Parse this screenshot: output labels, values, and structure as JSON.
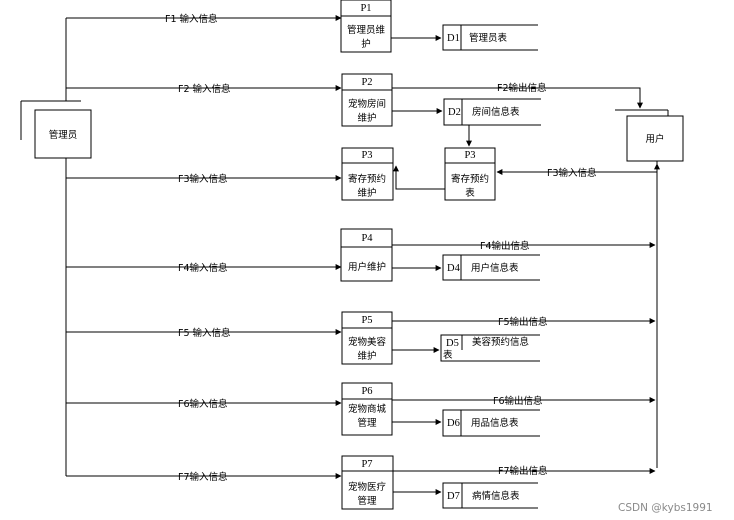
{
  "entities": {
    "admin": "管理员",
    "user": "用户"
  },
  "processes": [
    {
      "id": "P1",
      "name_lines": [
        "管理员维",
        "护"
      ]
    },
    {
      "id": "P2",
      "name_lines": [
        "宠物房间",
        "维护"
      ]
    },
    {
      "id": "P3",
      "name_lines": [
        "寄存预约",
        "维护"
      ]
    },
    {
      "id": "P3",
      "name_lines": [
        "寄存预约",
        "表"
      ]
    },
    {
      "id": "P4",
      "name_lines": [
        "用户维护"
      ]
    },
    {
      "id": "P5",
      "name_lines": [
        "宠物美容",
        "维护"
      ]
    },
    {
      "id": "P6",
      "name_lines": [
        "宠物商城",
        "管理"
      ]
    },
    {
      "id": "P7",
      "name_lines": [
        "宠物医疗",
        "管理"
      ]
    }
  ],
  "stores": [
    {
      "id": "D1",
      "name": "管理员表"
    },
    {
      "id": "D2",
      "name": "房间信息表"
    },
    {
      "id": "D4",
      "name": "用户信息表"
    },
    {
      "id": "D5",
      "name": "美容预约信息",
      "tail": "表"
    },
    {
      "id": "D6",
      "name": "用品信息表"
    },
    {
      "id": "D7",
      "name": "病情信息表"
    }
  ],
  "flows": {
    "in": [
      "F1 输入信息",
      "F2 输入信息",
      "F3输入信息",
      "F4输入信息",
      "F5 输入信息",
      "F6输入信息",
      "F7输入信息"
    ],
    "out": [
      "F2输出信息",
      "F4输出信息",
      "F5输出信息",
      "F6输出信息",
      "F7输出信息"
    ],
    "user_in": "F3输入信息"
  },
  "watermark": "CSDN @kybs1991"
}
